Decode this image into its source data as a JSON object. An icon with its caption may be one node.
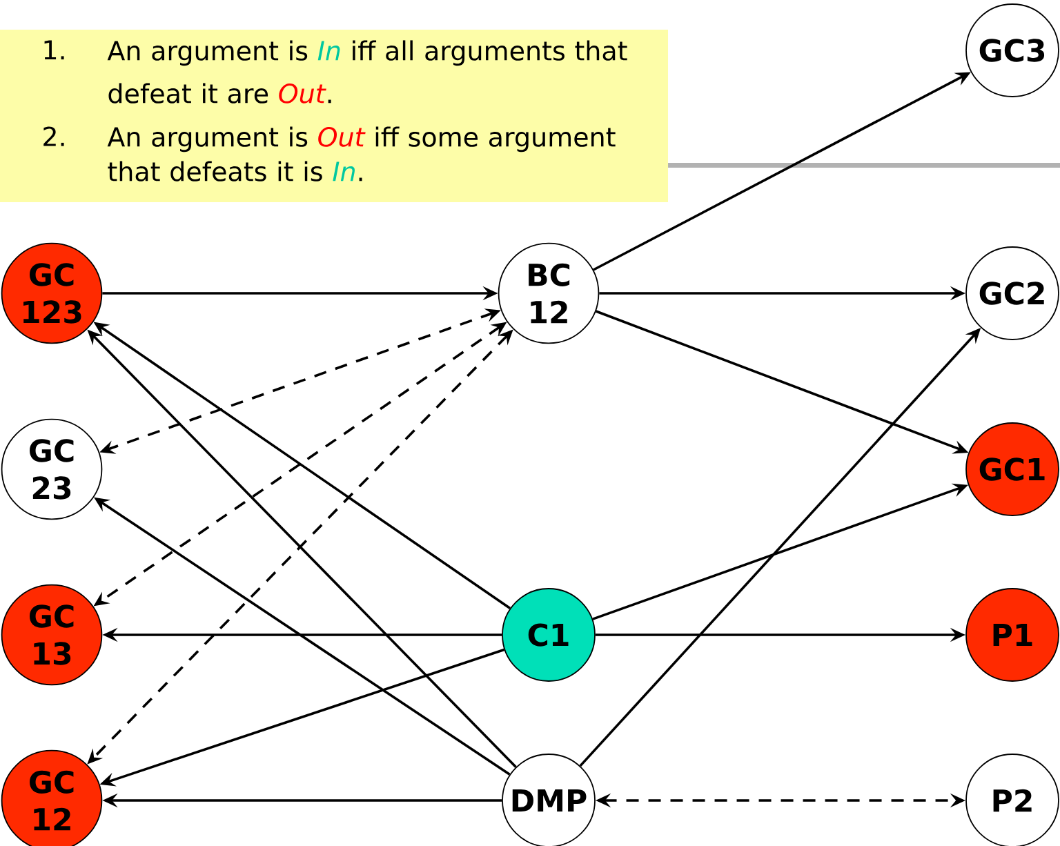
{
  "diagram": {
    "nodes": [
      {
        "text": [
          "GC3"
        ]
      },
      {
        "text": [
          "GC 123"
        ]
      },
      {
        "text": [
          "BC 12"
        ]
      },
      {
        "text": [
          "GC2"
        ]
      },
      {
        "text": [
          "GC 23"
        ]
      },
      {
        "text": [
          "GC1"
        ]
      },
      {
        "text": [
          "GC 13"
        ]
      },
      {
        "text": [
          "C1"
        ]
      },
      {
        "text": [
          "P1"
        ]
      },
      {
        "text": [
          "GC 12"
        ]
      },
      {
        "text": [
          "DMP"
        ]
      },
      {
        "text": [
          "P2"
        ]
      }
    ],
    "edges": [
      {
        "from": 1,
        "to": 2,
        "arrow": "to"
      },
      {
        "from": 2,
        "to": 4,
        "arrow": "both",
        "style": "dashed"
      },
      {
        "from": 2,
        "to": 6,
        "arrow": "both",
        "style": "dashed"
      },
      {
        "from": 2,
        "to": 9,
        "arrow": "both",
        "style": "dashed"
      },
      {
        "from": 7,
        "to": 1,
        "arrow": "to"
      },
      {
        "from": 10,
        "to": 1,
        "arrow": "to"
      },
      {
        "from": 10,
        "to": 4,
        "arrow": "to"
      },
      {
        "from": 7,
        "to": 6,
        "arrow": "to"
      },
      {
        "from": 7,
        "to": 9,
        "arrow": "to"
      },
      {
        "from": 10,
        "to": 9,
        "arrow": "to"
      },
      {
        "from": 2,
        "to": 0,
        "arrow": "to"
      },
      {
        "from": 2,
        "to": 3,
        "arrow": "to"
      },
      {
        "from": 2,
        "to": 5,
        "arrow": "to"
      },
      {
        "from": 7,
        "to": 5,
        "arrow": "to"
      },
      {
        "from": 7,
        "to": 8,
        "arrow": "to"
      },
      {
        "from": 10,
        "to": 3,
        "arrow": "to"
      },
      {
        "from": 10,
        "to": 11,
        "arrow": "both",
        "style": "dashed"
      }
    ],
    "labels": [
      "1.",
      "An argument is *In* iff all arguments that defeat it are *Out*.",
      "2.",
      "An argument is *Out* iff some argument that defeats it is *In*."
    ]
  }
}
